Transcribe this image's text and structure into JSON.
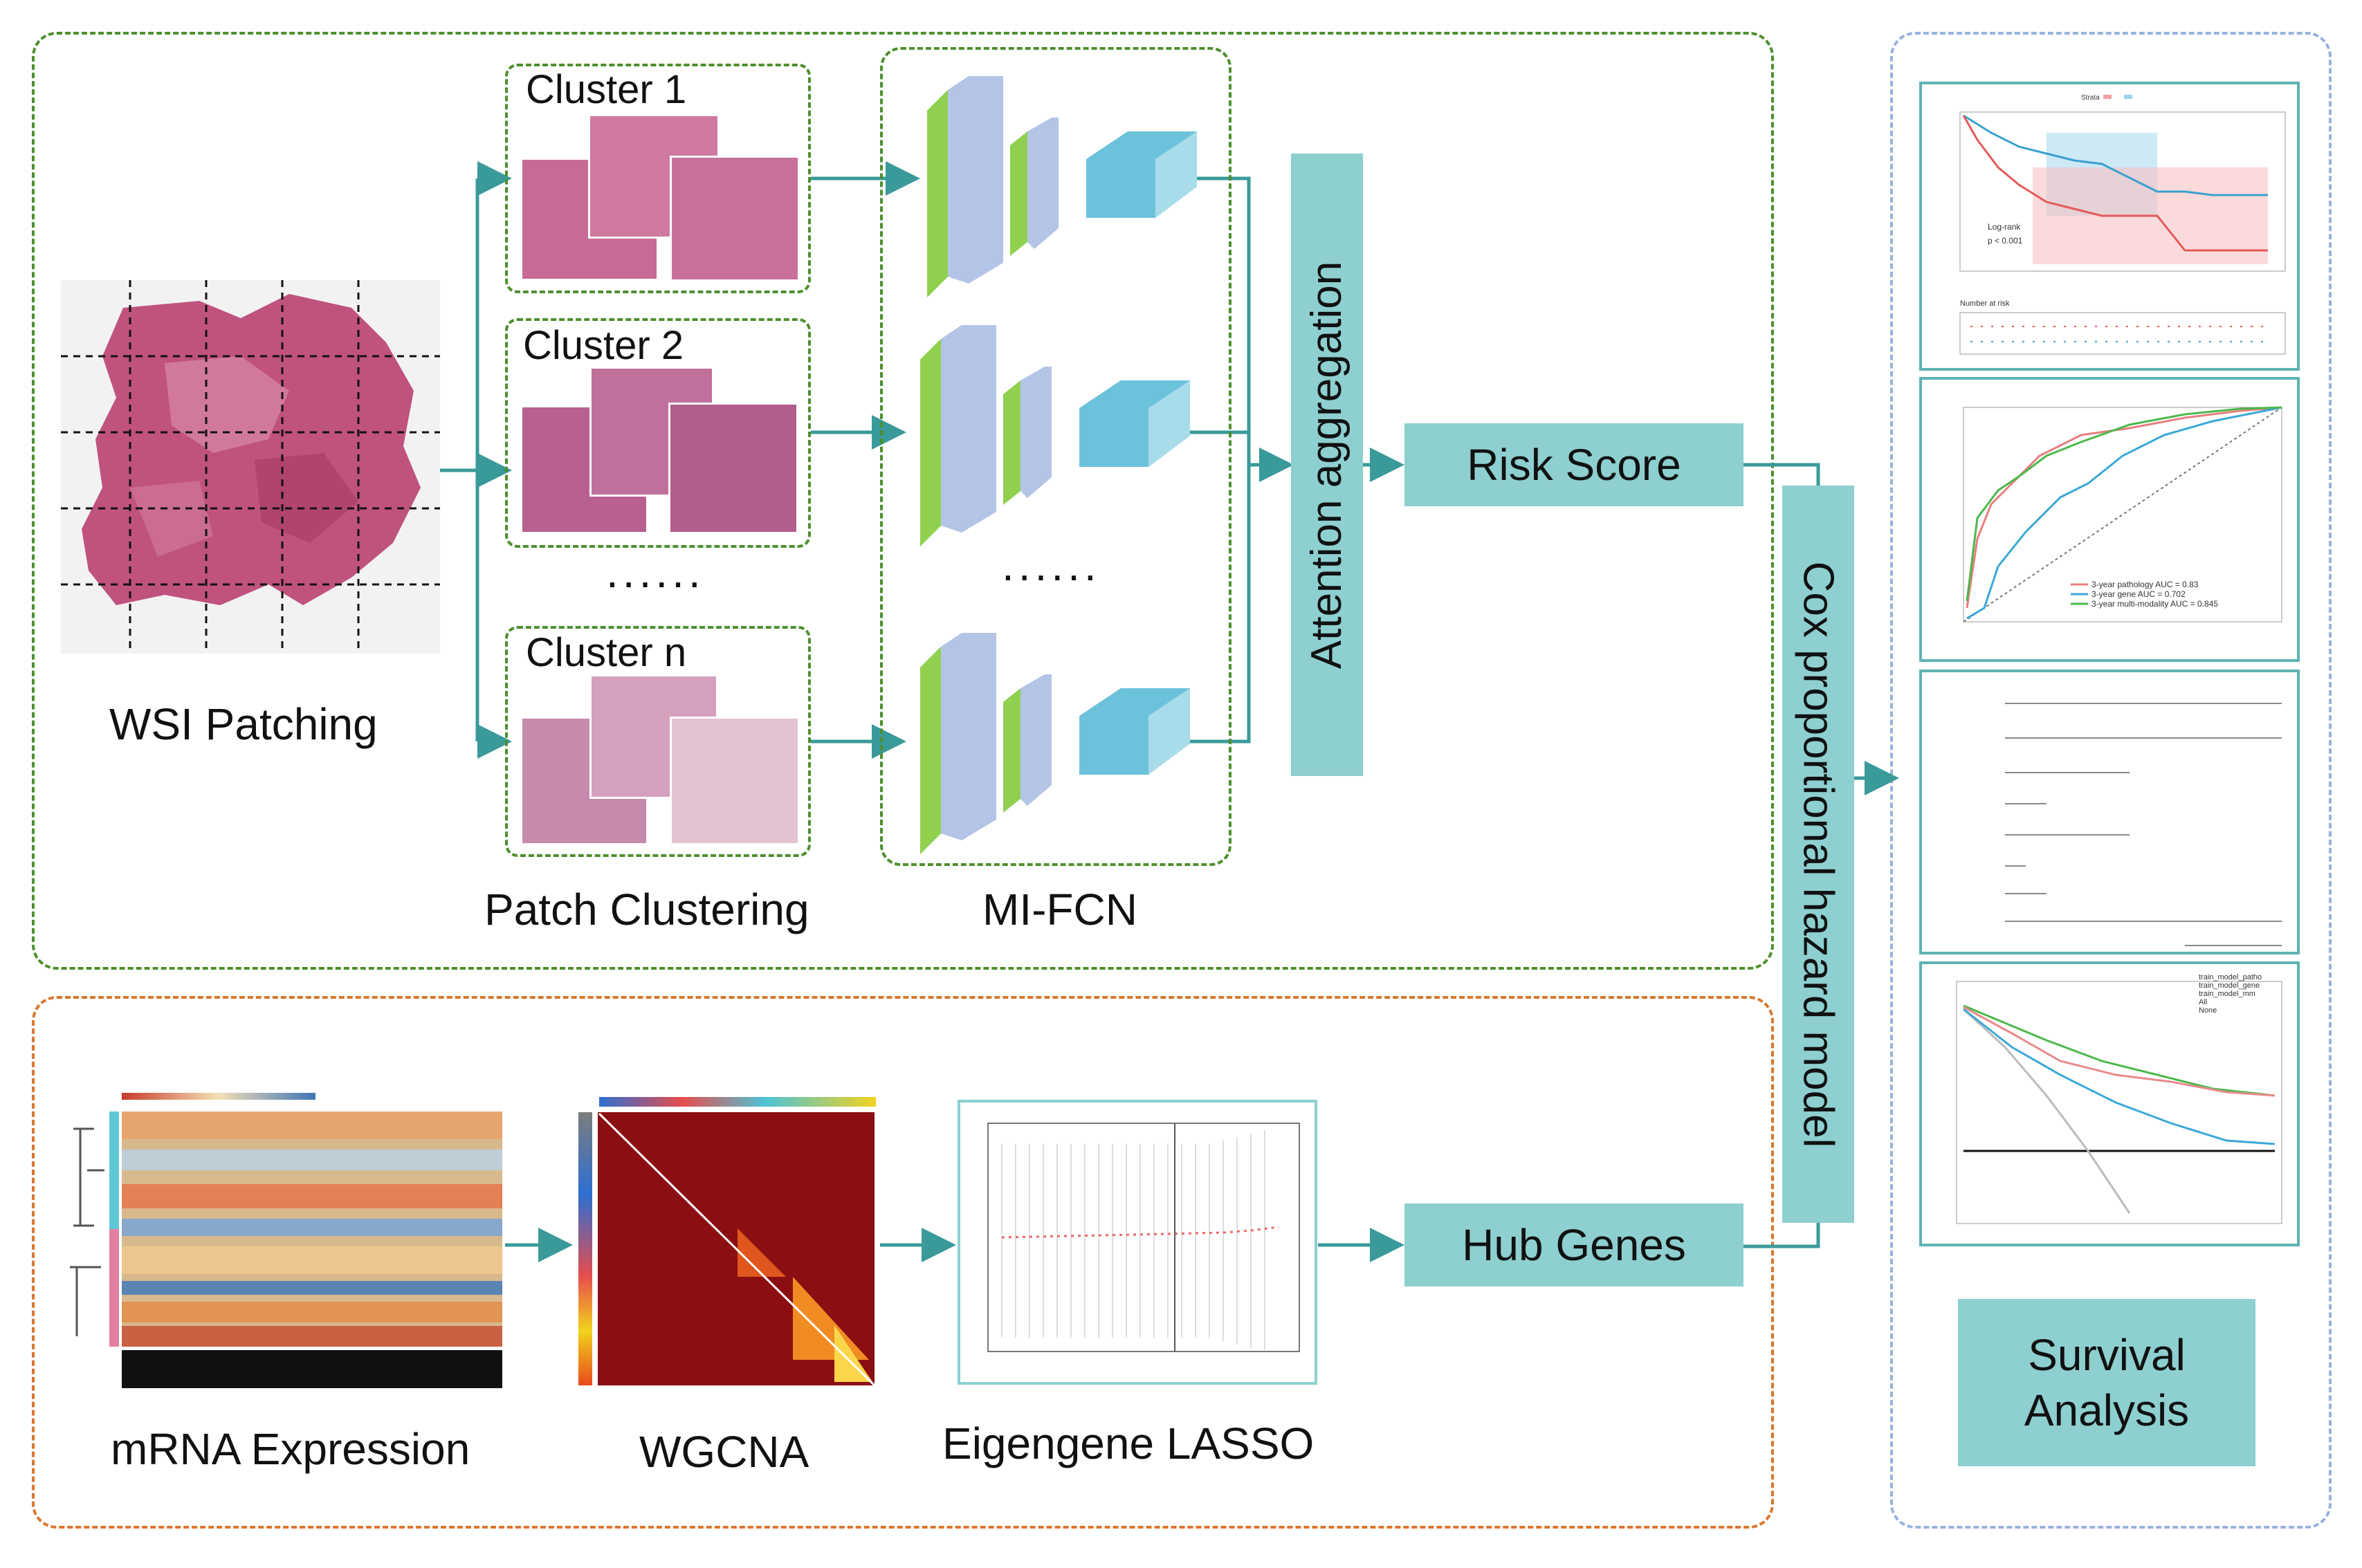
{
  "wsi": {
    "label": "WSI Patching"
  },
  "clusters": [
    {
      "label": "Cluster 1"
    },
    {
      "label": "Cluster 2"
    },
    {
      "label": "Cluster n"
    }
  ],
  "ellipsis": "......",
  "patch_clustering": {
    "label": "Patch Clustering"
  },
  "mifcn": {
    "label": "MI-FCN"
  },
  "attention": {
    "label": "Attention aggregation"
  },
  "risk": {
    "label": "Risk Score"
  },
  "cox": {
    "label": "Cox proportional hazard model"
  },
  "hub": {
    "label": "Hub Genes"
  },
  "mrna": {
    "label": "mRNA Expression"
  },
  "wgcna": {
    "label": "WGCNA"
  },
  "lasso": {
    "label": "Eigengene LASSO"
  },
  "survival": {
    "label": "Survival Analysis",
    "line1": "Survival",
    "line2": "Analysis"
  },
  "km_plot": {
    "log_rank": "Log-rank",
    "p_value": "p < 0.001",
    "risk_table_title": "Number at risk"
  },
  "roc_plot": {
    "legend": [
      "3-year pathology AUC = 0.83",
      "3-year gene AUC = 0.702",
      "3-year multi-modality AUC = 0.845"
    ]
  },
  "dca_plot": {
    "legend": [
      "train_model_patho",
      "train_model_gene",
      "train_model_mm",
      "All",
      "None"
    ]
  },
  "colors": {
    "teal_box": "#8ecfcf",
    "green_panel": "#4e8f2e",
    "orange_panel": "#d9772f",
    "blue_panel": "#9ab0e0",
    "arrow": "#3a9a9a",
    "fcn_green": "#8fd14f",
    "fcn_blue": "#b4c4e6",
    "fcn_cube": "#6cc2db"
  }
}
